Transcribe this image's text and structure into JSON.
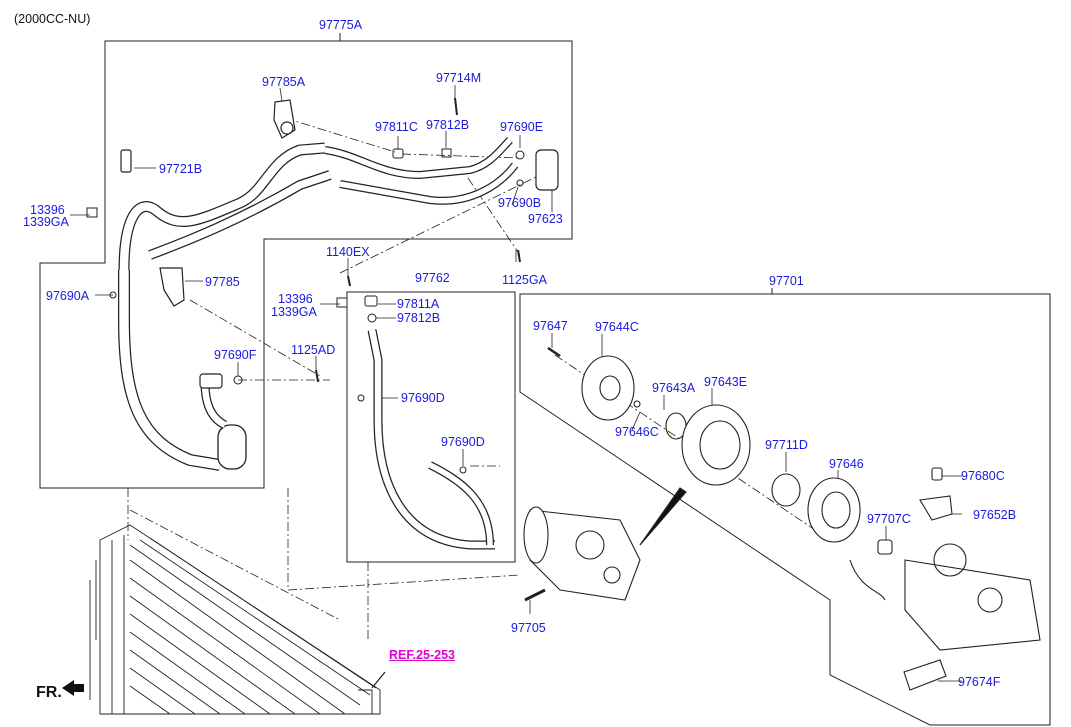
{
  "variant": "(2000CC-NU)",
  "ref_link": "REF.25-253",
  "direction_label": "FR.",
  "colors": {
    "part_number": "#1a1adc",
    "reference_link": "#e000d0",
    "line_art": "#222222"
  },
  "groups": {
    "hose_assembly": "97775A",
    "discharge_hose": "97762",
    "compressor_assembly": "97701"
  },
  "parts": {
    "p97785A": "97785A",
    "p97714M": "97714M",
    "p97811C": "97811C",
    "p97812B_top": "97812B",
    "p97690E": "97690E",
    "p97721B": "97721B",
    "p13396_a": "13396",
    "p1339GA_a": "1339GA",
    "p97690B": "97690B",
    "p97623": "97623",
    "p1140EX": "1140EX",
    "p1125GA": "1125GA",
    "p97690A": "97690A",
    "p97785": "97785",
    "p13396_b": "13396",
    "p1339GA_b": "1339GA",
    "p97811A": "97811A",
    "p97812B": "97812B",
    "p97690F": "97690F",
    "p1125AD": "1125AD",
    "p97690D_mid": "97690D",
    "p97690D": "97690D",
    "p97705": "97705",
    "p97647": "97647",
    "p97644C": "97644C",
    "p97643A": "97643A",
    "p97643E": "97643E",
    "p97646C": "97646C",
    "p97711D": "97711D",
    "p97646": "97646",
    "p97680C": "97680C",
    "p97707C": "97707C",
    "p97652B": "97652B",
    "p97674F": "97674F"
  }
}
